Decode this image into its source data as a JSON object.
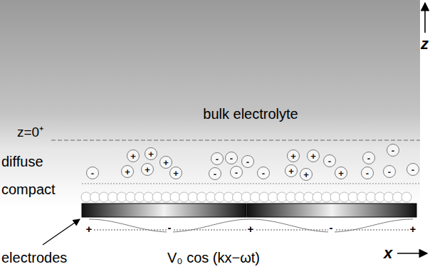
{
  "diagram": {
    "nodes": [
      {
        "text": [
          "-"
        ]
      },
      {
        "text": [
          "+"
        ]
      },
      {
        "text": [
          "+"
        ]
      },
      {
        "text": [
          "+"
        ]
      },
      {
        "text": [
          "+"
        ]
      },
      {
        "text": [
          "+"
        ]
      },
      {
        "text": [
          "+"
        ]
      },
      {
        "text": [
          "-"
        ]
      },
      {
        "text": [
          "-"
        ]
      },
      {
        "text": [
          "-"
        ]
      },
      {
        "text": [
          "-"
        ]
      },
      {
        "text": [
          "-"
        ]
      },
      {
        "text": [
          "-"
        ]
      },
      {
        "text": [
          "+"
        ]
      },
      {
        "text": [
          "+"
        ]
      },
      {
        "text": [
          "+"
        ]
      },
      {
        "text": [
          "+"
        ]
      },
      {
        "text": [
          "+"
        ]
      },
      {
        "text": [
          "-"
        ]
      },
      {
        "text": [
          "-"
        ]
      },
      {
        "text": [
          "-"
        ]
      },
      {
        "text": [
          "-"
        ]
      },
      {
        "text": [
          "-"
        ]
      },
      {
        "text": [
          "-"
        ]
      }
    ],
    "labels": [
      "bulk electrolyte",
      "z",
      "z=0⁺",
      "diffuse",
      "compact",
      "+",
      "-",
      "+",
      "-",
      "+",
      "electrodes",
      "V₀ cos (kx−ωt)",
      "x"
    ]
  }
}
